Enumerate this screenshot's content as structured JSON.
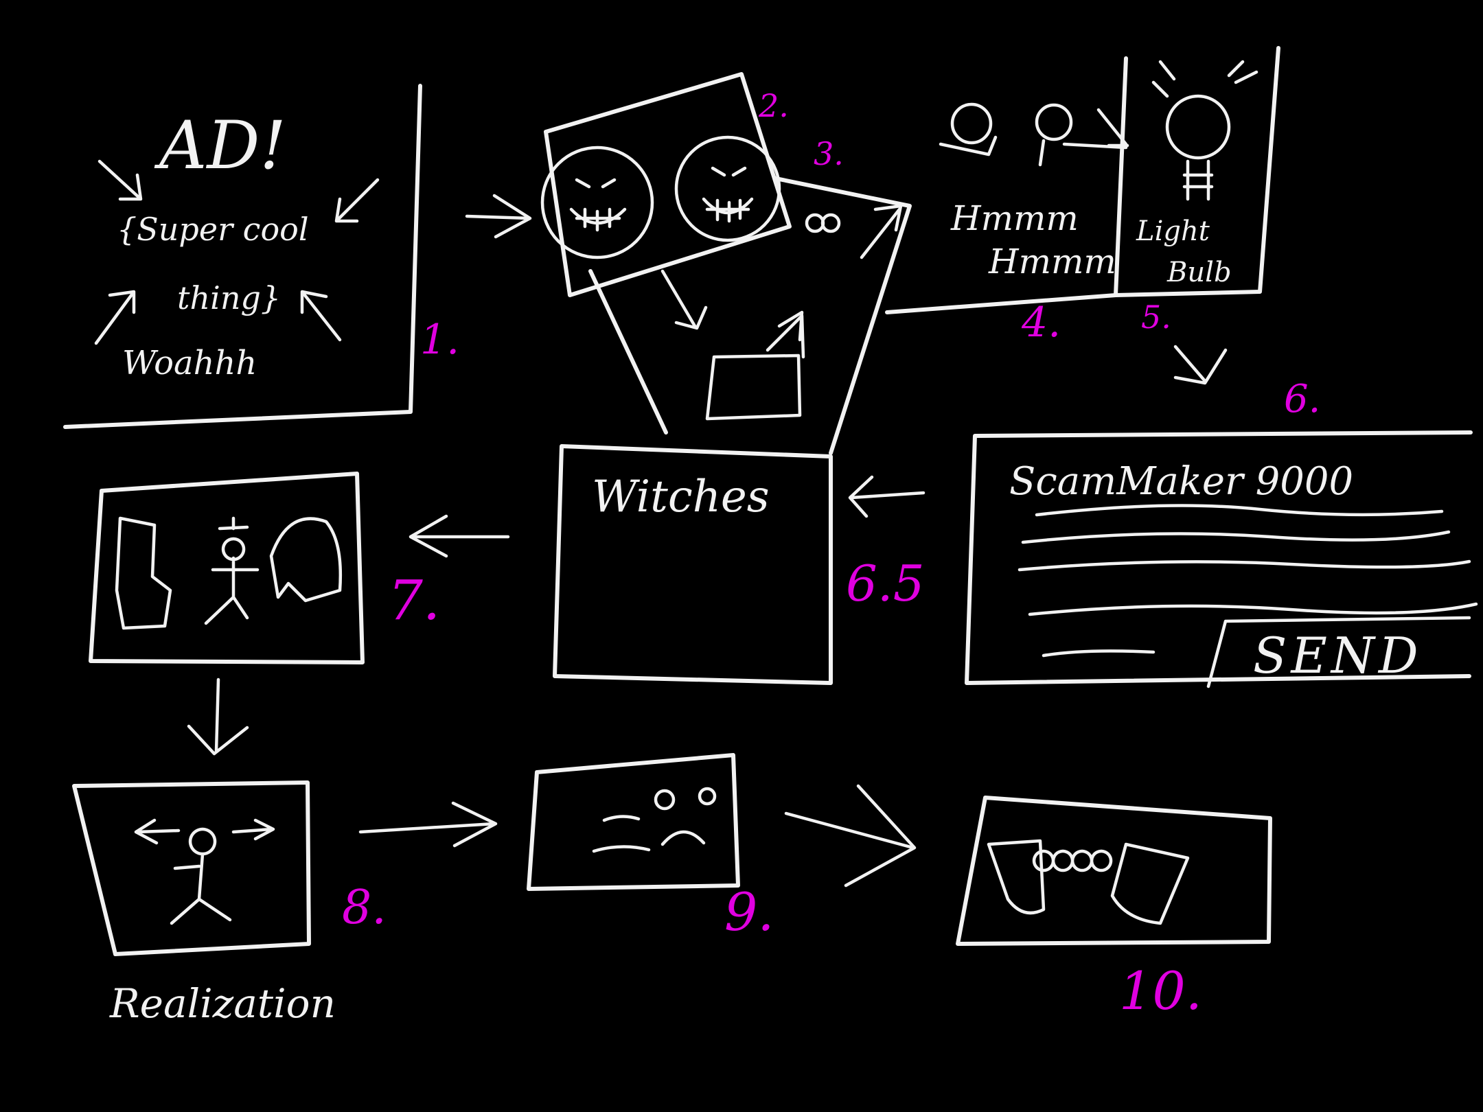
{
  "panels": [
    {
      "step_label": "1.",
      "heading": "AD!",
      "lines": [
        "{Super cool",
        "thing}",
        "Woahhh"
      ]
    },
    {
      "step_label": "2."
    },
    {
      "step_label": "3."
    },
    {
      "step_label": "4.",
      "lines": [
        "Hmmm",
        "Hmmm"
      ]
    },
    {
      "step_label": "5.",
      "lines": [
        "Light",
        "Bulb"
      ]
    },
    {
      "step_label": "6.",
      "lines": [
        "ScamMaker 9000"
      ],
      "button": "SEND"
    },
    {
      "step_label": "6.5",
      "lines": [
        "Witches"
      ]
    },
    {
      "step_label": "7."
    },
    {
      "step_label": "8.",
      "caption": "Realization"
    },
    {
      "step_label": "9."
    },
    {
      "step_label": "10."
    }
  ],
  "colors": {
    "background": "#000000",
    "chalk": "#f2f2f2",
    "step_labels": "#e000e0"
  }
}
